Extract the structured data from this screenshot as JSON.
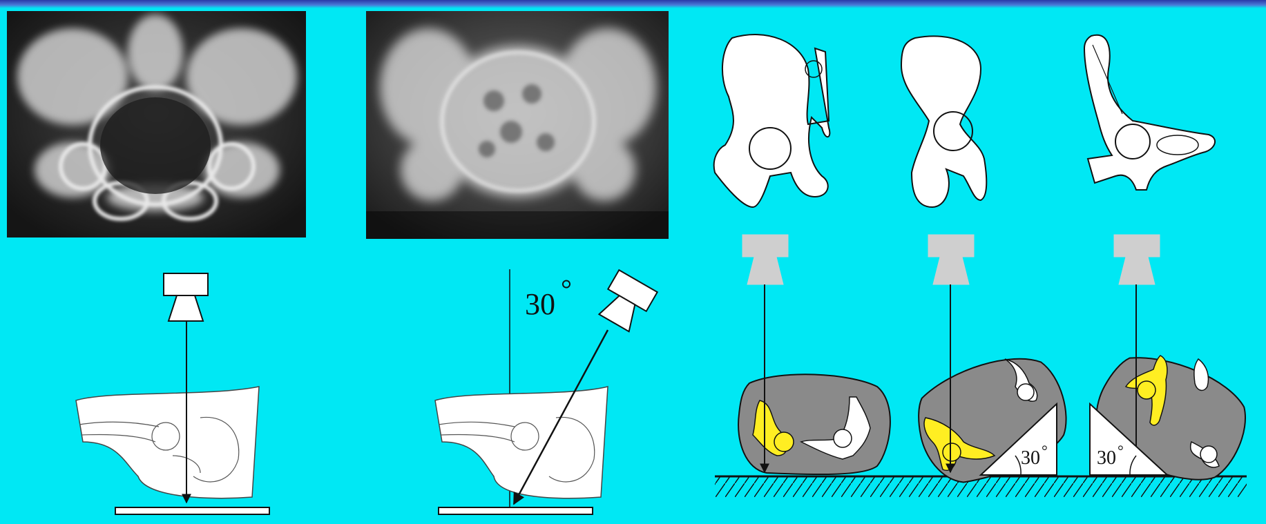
{
  "colors": {
    "background": "#00e8f4",
    "bone_outline": "#111111",
    "pelvis_fill": "#8a8a8a",
    "acetabulum_highlight": "#ffee22",
    "emitter_gray": "#cfcfcf"
  },
  "labels": {
    "beam_angle_left": "30",
    "degree_symbol": "°",
    "wedge_angle_middle": "30",
    "wedge_angle_right": "30"
  },
  "panels": {
    "xray_ap": "pelvis-ap-radiograph",
    "xray_oblique": "pelvis-oblique-radiograph",
    "views": [
      "ap-view",
      "obturator-oblique-view",
      "iliac-oblique-view"
    ]
  }
}
